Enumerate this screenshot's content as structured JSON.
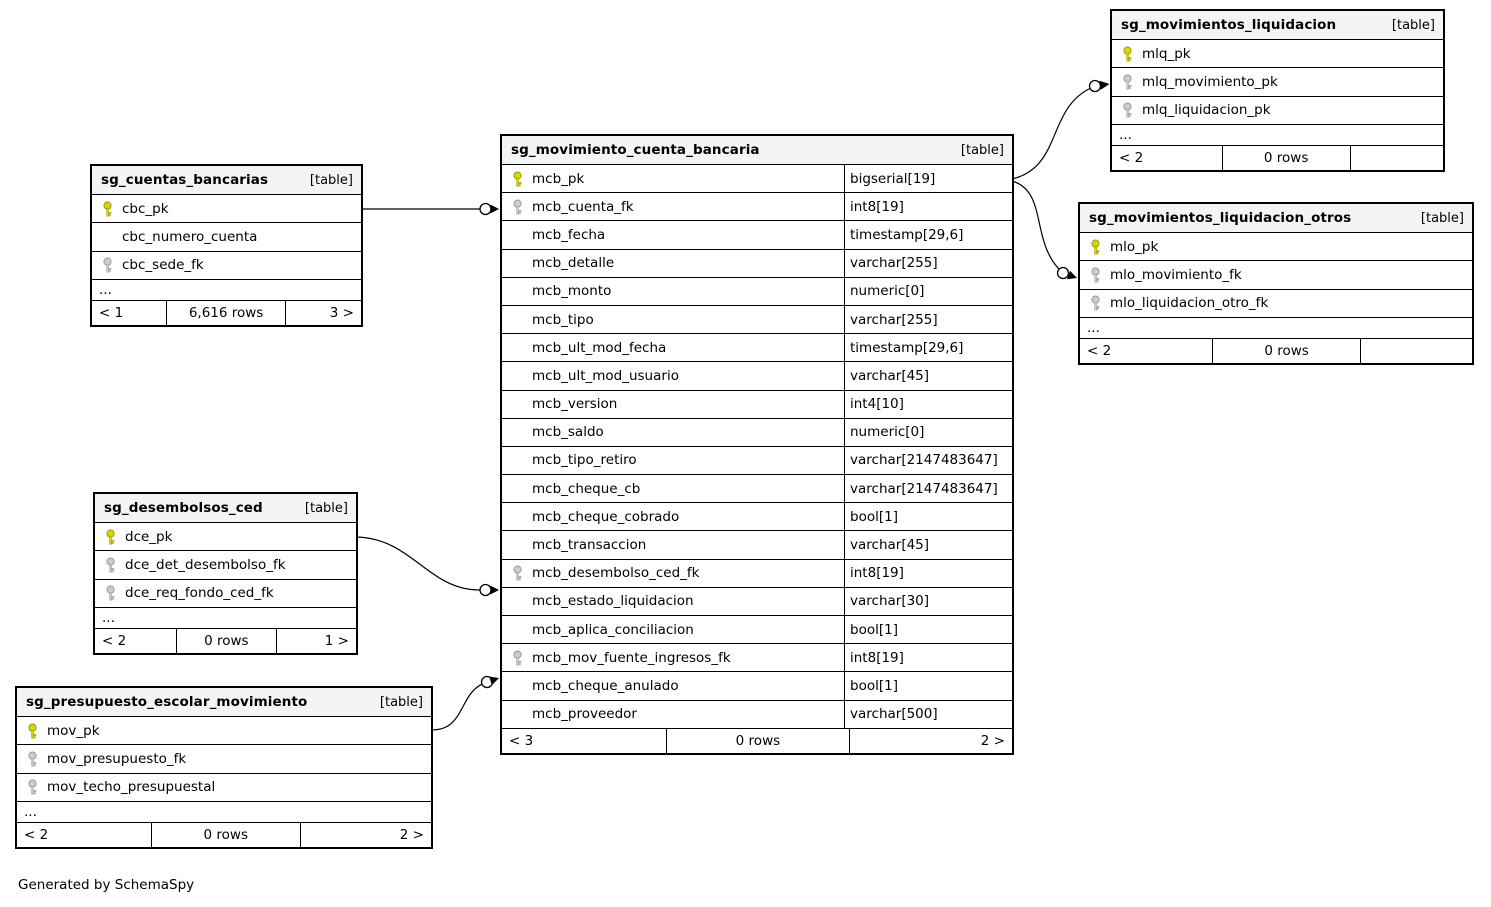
{
  "credit": "Generated by SchemaSpy",
  "colors": {
    "pk_key_fill": "#d6d600",
    "pk_key_stroke": "#9a9a00",
    "fk_key_fill": "#cccccc",
    "fk_key_stroke": "#999999",
    "header_bg": "#f4f4f4",
    "border": "#000000"
  },
  "tables": [
    {
      "name": "sg_movimiento_cuenta_bancaria",
      "badge": "[table]",
      "columns": [
        {
          "name": "mcb_pk",
          "type": "bigserial[19]",
          "key": "primary"
        },
        {
          "name": "mcb_cuenta_fk",
          "type": "int8[19]",
          "key": "foreign"
        },
        {
          "name": "mcb_fecha",
          "type": "timestamp[29,6]"
        },
        {
          "name": "mcb_detalle",
          "type": "varchar[255]"
        },
        {
          "name": "mcb_monto",
          "type": "numeric[0]"
        },
        {
          "name": "mcb_tipo",
          "type": "varchar[255]"
        },
        {
          "name": "mcb_ult_mod_fecha",
          "type": "timestamp[29,6]"
        },
        {
          "name": "mcb_ult_mod_usuario",
          "type": "varchar[45]"
        },
        {
          "name": "mcb_version",
          "type": "int4[10]"
        },
        {
          "name": "mcb_saldo",
          "type": "numeric[0]"
        },
        {
          "name": "mcb_tipo_retiro",
          "type": "varchar[2147483647]"
        },
        {
          "name": "mcb_cheque_cb",
          "type": "varchar[2147483647]"
        },
        {
          "name": "mcb_cheque_cobrado",
          "type": "bool[1]"
        },
        {
          "name": "mcb_transaccion",
          "type": "varchar[45]"
        },
        {
          "name": "mcb_desembolso_ced_fk",
          "type": "int8[19]",
          "key": "foreign"
        },
        {
          "name": "mcb_estado_liquidacion",
          "type": "varchar[30]"
        },
        {
          "name": "mcb_aplica_conciliacion",
          "type": "bool[1]"
        },
        {
          "name": "mcb_mov_fuente_ingresos_fk",
          "type": "int8[19]",
          "key": "foreign"
        },
        {
          "name": "mcb_cheque_anulado",
          "type": "bool[1]"
        },
        {
          "name": "mcb_proveedor",
          "type": "varchar[500]"
        }
      ],
      "footer": {
        "left": "< 3",
        "center": "0 rows",
        "right": "2 >"
      }
    },
    {
      "name": "sg_cuentas_bancarias",
      "badge": "[table]",
      "columns": [
        {
          "name": "cbc_pk",
          "key": "primary"
        },
        {
          "name": "cbc_numero_cuenta"
        },
        {
          "name": "cbc_sede_fk",
          "key": "foreign"
        }
      ],
      "ellipsis": "...",
      "footer": {
        "left": "< 1",
        "center": "6,616 rows",
        "right": "3 >"
      }
    },
    {
      "name": "sg_desembolsos_ced",
      "badge": "[table]",
      "columns": [
        {
          "name": "dce_pk",
          "key": "primary"
        },
        {
          "name": "dce_det_desembolso_fk",
          "key": "foreign"
        },
        {
          "name": "dce_req_fondo_ced_fk",
          "key": "foreign"
        }
      ],
      "ellipsis": "...",
      "footer": {
        "left": "< 2",
        "center": "0 rows",
        "right": "1 >"
      }
    },
    {
      "name": "sg_presupuesto_escolar_movimiento",
      "badge": "[table]",
      "columns": [
        {
          "name": "mov_pk",
          "key": "primary"
        },
        {
          "name": "mov_presupuesto_fk",
          "key": "foreign"
        },
        {
          "name": "mov_techo_presupuestal",
          "key": "foreign"
        }
      ],
      "ellipsis": "...",
      "footer": {
        "left": "< 2",
        "center": "0 rows",
        "right": "2 >"
      }
    },
    {
      "name": "sg_movimientos_liquidacion",
      "badge": "[table]",
      "columns": [
        {
          "name": "mlq_pk",
          "key": "primary"
        },
        {
          "name": "mlq_movimiento_pk",
          "key": "foreign"
        },
        {
          "name": "mlq_liquidacion_pk",
          "key": "foreign"
        }
      ],
      "ellipsis": "...",
      "footer": {
        "left": "< 2",
        "center": "0 rows",
        "right": ""
      }
    },
    {
      "name": "sg_movimientos_liquidacion_otros",
      "badge": "[table]",
      "columns": [
        {
          "name": "mlo_pk",
          "key": "primary"
        },
        {
          "name": "mlo_movimiento_fk",
          "key": "foreign"
        },
        {
          "name": "mlo_liquidacion_otro_fk",
          "key": "foreign"
        }
      ],
      "ellipsis": "...",
      "footer": {
        "left": "< 2",
        "center": "0 rows",
        "right": ""
      }
    }
  ],
  "relationships": [
    {
      "from": "sg_cuentas_bancarias.cbc_pk",
      "to": "sg_movimiento_cuenta_bancaria.mcb_cuenta_fk"
    },
    {
      "from": "sg_desembolsos_ced.dce_pk",
      "to": "sg_movimiento_cuenta_bancaria.mcb_desembolso_ced_fk"
    },
    {
      "from": "sg_presupuesto_escolar_movimiento.mov_pk",
      "to": "sg_movimiento_cuenta_bancaria.mcb_mov_fuente_ingresos_fk"
    },
    {
      "from": "sg_movimiento_cuenta_bancaria.mcb_pk",
      "to": "sg_movimientos_liquidacion.mlq_movimiento_pk"
    },
    {
      "from": "sg_movimiento_cuenta_bancaria.mcb_pk",
      "to": "sg_movimientos_liquidacion_otros.mlo_movimiento_fk"
    }
  ]
}
